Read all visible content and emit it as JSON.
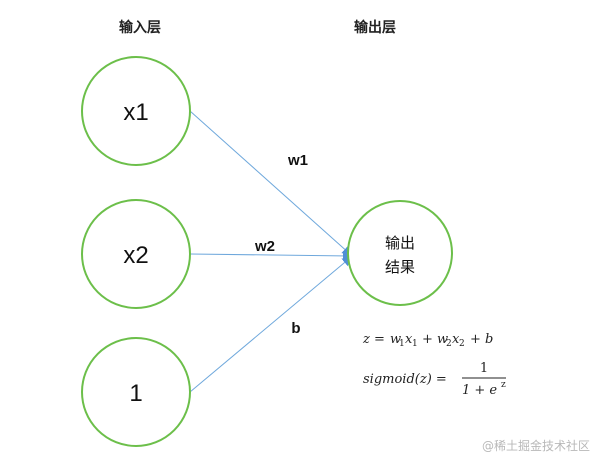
{
  "layers": {
    "input_title": "输入层",
    "output_title": "输出层"
  },
  "nodes": {
    "input": [
      {
        "label": "x1"
      },
      {
        "label": "x2"
      },
      {
        "label": "1"
      }
    ],
    "output": {
      "line1": "输出",
      "line2": "结果"
    }
  },
  "edges": [
    {
      "label": "w1"
    },
    {
      "label": "w2"
    },
    {
      "label": "b"
    }
  ],
  "formulas": {
    "z": {
      "z": "z",
      "eq": "=",
      "w": "w",
      "x": "x",
      "plus": "+",
      "b": "b",
      "sub1": "1",
      "sub2": "2"
    },
    "sigmoid": {
      "lhs": "sigmoid(z) =",
      "numerator": "1",
      "denominator": "1 + e",
      "exp": "z"
    }
  },
  "watermark": "@稀土掘金技术社区",
  "colors": {
    "node_stroke": "#6cbf4a",
    "edge_stroke": "#6fa8dc",
    "arrow_fill": "#4f8fd6"
  }
}
